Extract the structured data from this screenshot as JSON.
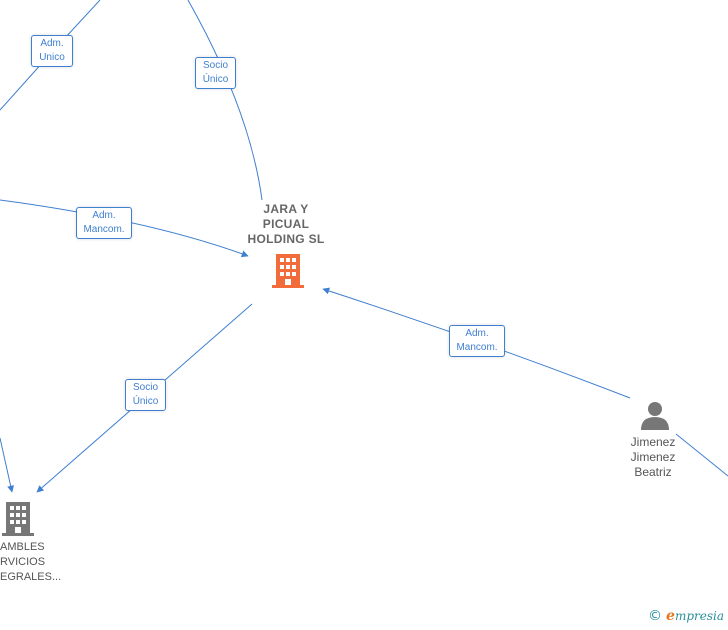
{
  "colors": {
    "edge": "#3f7fd0",
    "main_company_icon": "#f26b3a",
    "company_icon": "#777777",
    "person_icon": "#777777"
  },
  "nodes": {
    "main_company": {
      "label_lines": [
        "JARA Y",
        "PICUAL",
        "HOLDING  SL"
      ],
      "icon": "building-icon"
    },
    "company_bottom_left": {
      "label_lines": [
        "AMBLES",
        "RVICIOS",
        "EGRALES..."
      ],
      "icon": "building-icon"
    },
    "person_right": {
      "label_lines": [
        "Jimenez",
        "Jimenez",
        "Beatriz"
      ],
      "icon": "person-icon"
    }
  },
  "edges": [
    {
      "id": "edge-top-left",
      "label_lines": [
        "Adm.",
        "Unico"
      ]
    },
    {
      "id": "edge-top",
      "label_lines": [
        "Socio",
        "Único"
      ]
    },
    {
      "id": "edge-left",
      "label_lines": [
        "Adm.",
        "Mancom."
      ]
    },
    {
      "id": "edge-right",
      "label_lines": [
        "Adm.",
        "Mancom."
      ]
    },
    {
      "id": "edge-bottom",
      "label_lines": [
        "Socio",
        "Único"
      ]
    }
  ],
  "footer": {
    "copyright": "©",
    "brand_initial": "e",
    "brand_rest": "mpresia"
  }
}
